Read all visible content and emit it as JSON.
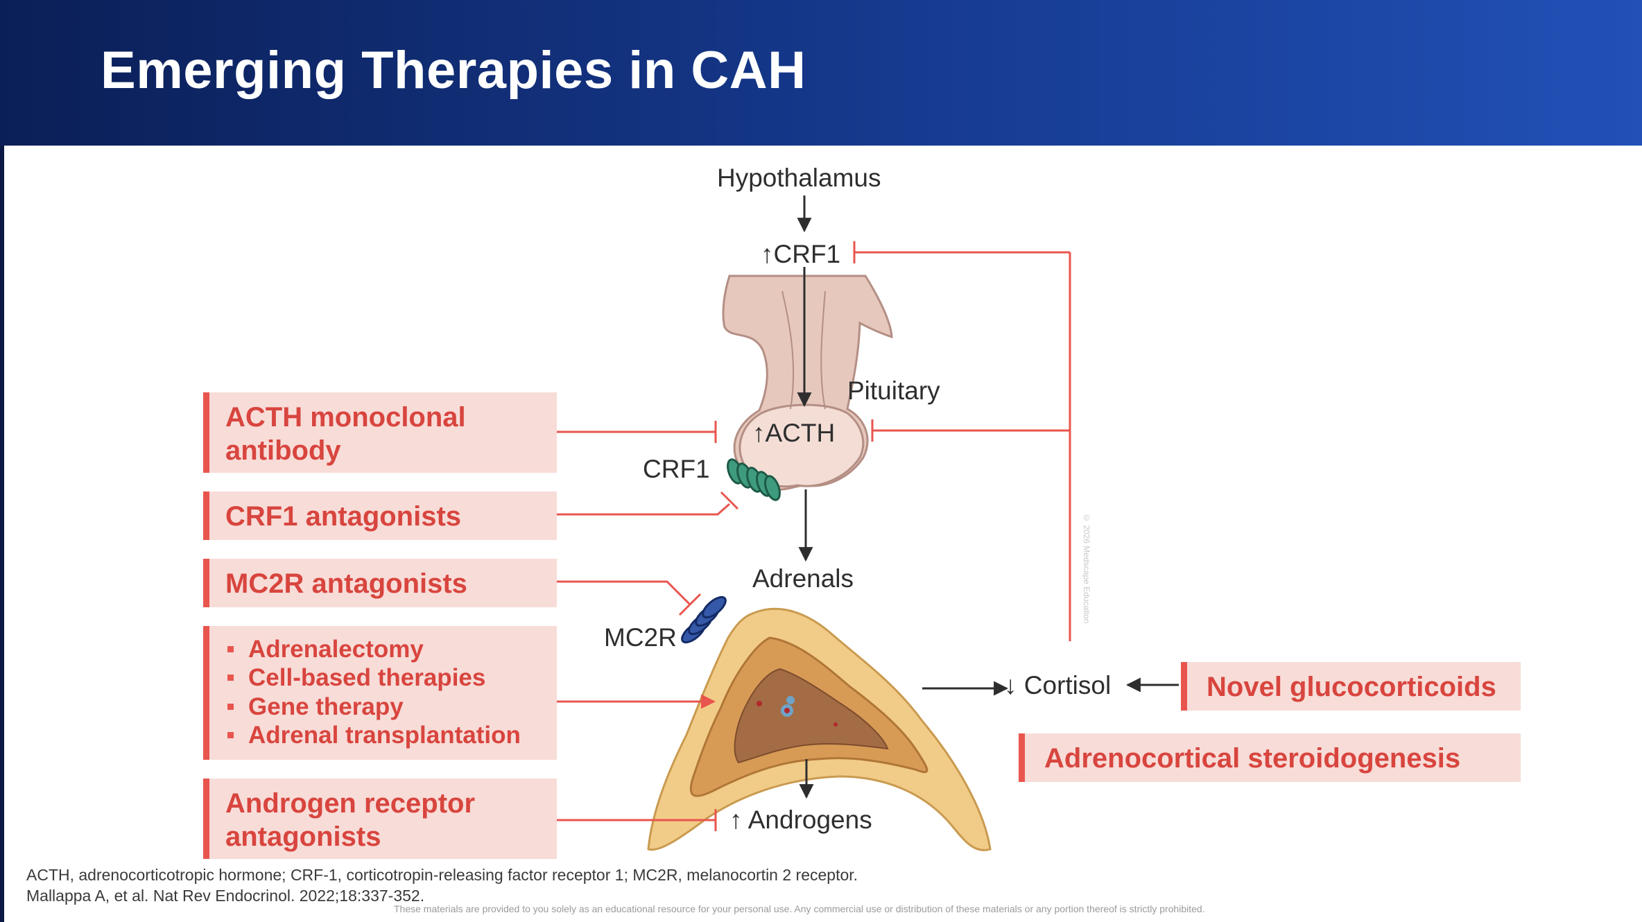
{
  "slide": {
    "title": "Emerging Therapies in CAH"
  },
  "diagram": {
    "labels": {
      "hypothalamus": "Hypothalamus",
      "crf1_top": "↑CRF1",
      "pituitary": "Pituitary",
      "acth": "↑ACTH",
      "crf1_receptor": "CRF1",
      "adrenals": "Adrenals",
      "mc2r": "MC2R",
      "cortisol": "↓ Cortisol",
      "androgens": "↑ Androgens"
    },
    "therapy_boxes": {
      "acth_antibody": "ACTH monoclonal antibody",
      "crf1_antagonists": "CRF1 antagonists",
      "mc2r_antagonists": "MC2R antagonists",
      "adrenal_options": [
        "Adrenalectomy",
        "Cell-based therapies",
        "Gene therapy",
        "Adrenal transplantation"
      ],
      "androgen_receptor": "Androgen receptor antagonists",
      "novel_glucocorticoids": "Novel glucocorticoids",
      "steroidogenesis": "Adrenocortical steroidogenesis"
    },
    "watermark": "© 2026 Medscape Education",
    "colors": {
      "accent_red": "#e8554e",
      "box_fill": "#f8dcd8",
      "header_dark": "#0b1f57",
      "header_light": "#2150b6"
    }
  },
  "footer": {
    "abbreviations": "ACTH, adrenocorticotropic hormone; CRF-1, corticotropin-releasing factor receptor 1; MC2R, melanocortin 2 receptor.",
    "citation": "Mallappa A, et al. Nat Rev Endocrinol. 2022;18:337-352.",
    "disclaimer": "These materials are provided to you solely as an educational resource for your personal use. Any commercial use or distribution of these materials or any portion thereof is strictly prohibited."
  }
}
